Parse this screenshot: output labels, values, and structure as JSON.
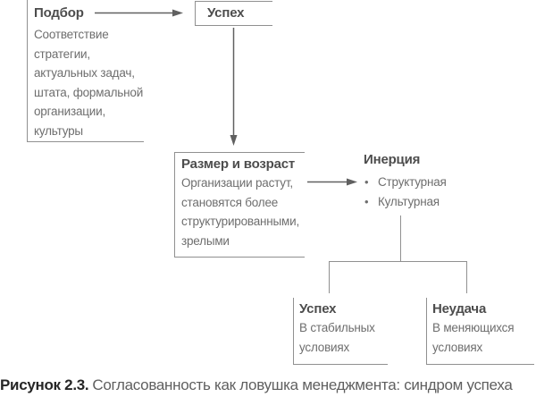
{
  "figure": {
    "caption_label": "Рисунок 2.3.",
    "caption_text": "Согласованность как ловушка менеджмента: синдром успеха"
  },
  "diagram": {
    "podbor": {
      "title": "Подбор",
      "body": "Соответствие\nстратегии,\nактуальных задач,\nштата, формальной\nорганизации,\nкультуры"
    },
    "uspeh_top": {
      "title": "Успех"
    },
    "razmer": {
      "title": "Размер и возраст",
      "body": "Организации растут,\nстановятся более\nструктурированными,\nзрелыми"
    },
    "inercia": {
      "title": "Инерция",
      "items": [
        "Структурная",
        "Культурная"
      ]
    },
    "uspeh_bottom": {
      "title": "Успех",
      "body": "В стабильных\nусловиях"
    },
    "neudacha": {
      "title": "Неудача",
      "body": "В меняющихся\nусловиях"
    }
  },
  "colors": {
    "border": "#909090",
    "arrow": "#606060",
    "title": "#4d4d4d",
    "body": "#6e6e6e",
    "caption-label": "#262626",
    "caption-text": "#5f5f5f"
  }
}
